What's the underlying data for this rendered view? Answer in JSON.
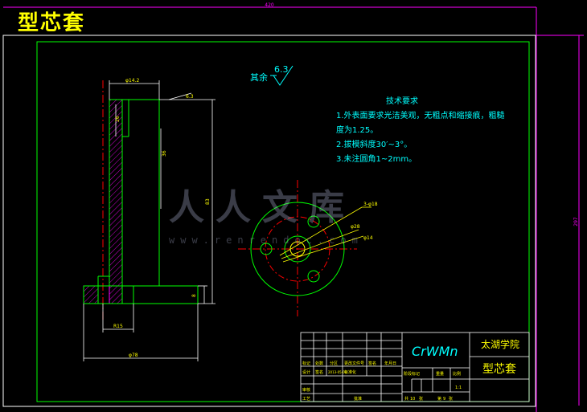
{
  "title": "型芯套",
  "overall": {
    "width_dim": "420",
    "height_dim": "297"
  },
  "surface_note": {
    "prefix": "其余",
    "value": "6.3"
  },
  "tech_requirements": {
    "heading": "技术要求",
    "lines": [
      "1.外表面要求光洁美观，无粗点和缩接痕，粗糙",
      "度为1.25。",
      "2.拔模斜度30′~3°。",
      "3.未注圆角1~2mm。"
    ]
  },
  "dims": {
    "top_dia": "φ14.2",
    "top_note": "6.3",
    "r_small": "26",
    "inner_len": "36",
    "total_height": "83",
    "flange_thk": "8",
    "r15": "R15",
    "base_dia": "φ78",
    "hole_label": "3-φ18",
    "circle_dia": "φ28",
    "bore_dia": "φ14"
  },
  "watermark": {
    "main": "人人文库",
    "url": "www.renrendoc.com"
  },
  "title_block": {
    "material": "CrWMn",
    "school": "太湖学院",
    "part_name": "型芯套",
    "labels": {
      "mark": "标记",
      "count": "处数",
      "zone": "分区",
      "change_doc": "更改文件号",
      "sign": "签名",
      "date": "年月日",
      "design": "设计",
      "standard": "标准化",
      "stage_mark": "阶段标记",
      "weight": "重量",
      "scale": "比例",
      "review": "审核",
      "craft": "工艺",
      "approve": "批准",
      "total": "共",
      "sheet": "第",
      "zhang": "张",
      "designer": "签名",
      "date_val": "2013-05-08"
    },
    "scale_val": "1:1",
    "total_val": "10",
    "sheet_val": "9"
  },
  "colors": {
    "background": "#000000",
    "frame": "#ffffff",
    "border": "#00ff00",
    "dim": "#ff00ff",
    "text_yellow": "#ffff00",
    "text_cyan": "#00ffff",
    "center": "#ff0000",
    "hatch": "#ff00ff"
  }
}
